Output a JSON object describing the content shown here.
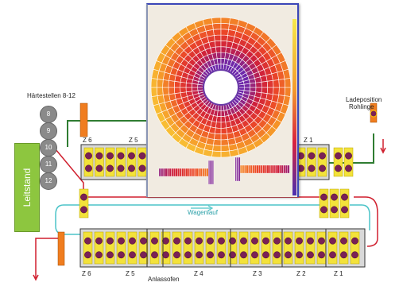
{
  "labels": {
    "haertestellen": "Härtestellen 8-12",
    "leitstand": "Leitstand",
    "ladeposition_line1": "Ladeposition",
    "ladeposition_line2": "Rohlinge",
    "wagenlauf": "Wagenlauf",
    "anlassofen": "Anlassofen"
  },
  "stations": [
    "8",
    "9",
    "10",
    "11",
    "12"
  ],
  "upper_zones": {
    "z6": "Z 6",
    "z5": "Z 5",
    "z1": "Z 1"
  },
  "lower_zones": {
    "z6": "Z 6",
    "z5": "Z 5",
    "z4": "Z 4",
    "z3": "Z 3",
    "z2": "Z 2",
    "z1": "Z 1"
  },
  "colors": {
    "rail_green": "#2f7d32",
    "rail_red": "#d01f2e",
    "rail_cyan": "#4cc4c8",
    "carrier_yellow": "#f3e23a",
    "part_purple": "#7a2155",
    "heater_orange": "#f07d1f",
    "leitstand_green": "#8dc63f"
  }
}
